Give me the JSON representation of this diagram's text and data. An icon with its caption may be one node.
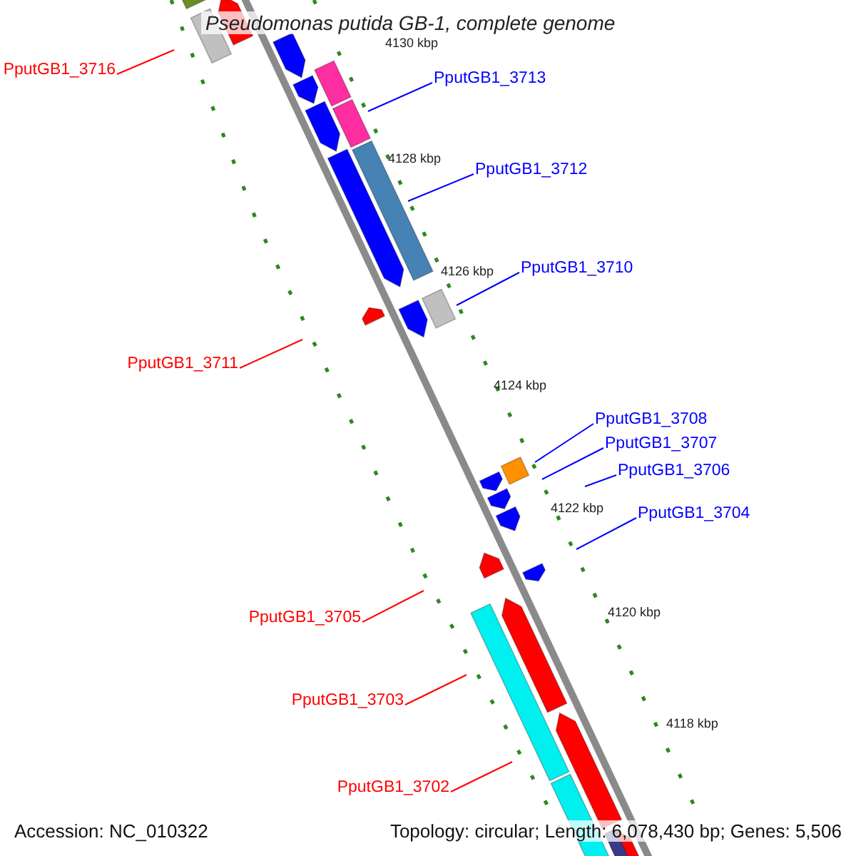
{
  "diagram": {
    "title": "Pseudomonas putida GB-1, complete genome",
    "nodes": [
      {
        "text": [
          "PputGB1_3716"
        ]
      },
      {
        "text": [
          "PputGB1_3713"
        ]
      },
      {
        "text": [
          "PputGB1_3712"
        ]
      },
      {
        "text": [
          "PputGB1_3710"
        ]
      },
      {
        "text": [
          "PputGB1_3711"
        ]
      },
      {
        "text": [
          "PputGB1_3708"
        ]
      },
      {
        "text": [
          "PputGB1_3707"
        ]
      },
      {
        "text": [
          "PputGB1_3706"
        ]
      },
      {
        "text": [
          "PputGB1_3704"
        ]
      },
      {
        "text": [
          "PputGB1_3705"
        ]
      },
      {
        "text": [
          "PputGB1_3703"
        ]
      },
      {
        "text": [
          "PputGB1_3702"
        ]
      }
    ],
    "edges": [
      {
        "from": 0,
        "to": null,
        "arrow": "none",
        "color": "#ff0000"
      },
      {
        "from": 1,
        "to": null,
        "arrow": "none"
      },
      {
        "from": 2,
        "to": null,
        "arrow": "none"
      },
      {
        "from": 3,
        "to": null,
        "arrow": "none"
      },
      {
        "from": 4,
        "to": null,
        "arrow": "none",
        "color": "#ff0000"
      },
      {
        "from": 5,
        "to": null,
        "arrow": "none"
      },
      {
        "from": 6,
        "to": null,
        "arrow": "none"
      },
      {
        "from": 7,
        "to": null,
        "arrow": "none"
      },
      {
        "from": 8,
        "to": null,
        "arrow": "none"
      },
      {
        "from": 9,
        "to": null,
        "arrow": "none",
        "color": "#ff0000"
      },
      {
        "from": 10,
        "to": null,
        "arrow": "none",
        "color": "#ff0000"
      },
      {
        "from": 11,
        "to": null,
        "arrow": "none",
        "color": "#ff0000"
      }
    ],
    "labels": [
      "4130 kbp",
      "4128 kbp",
      "4126 kbp",
      "4124 kbp",
      "4122 kbp",
      "4120 kbp",
      "4118 kbp",
      "Accession: NC_010322",
      "Topology: circular; Length: 6,078,430 bp; Genes: 5,506"
    ]
  }
}
